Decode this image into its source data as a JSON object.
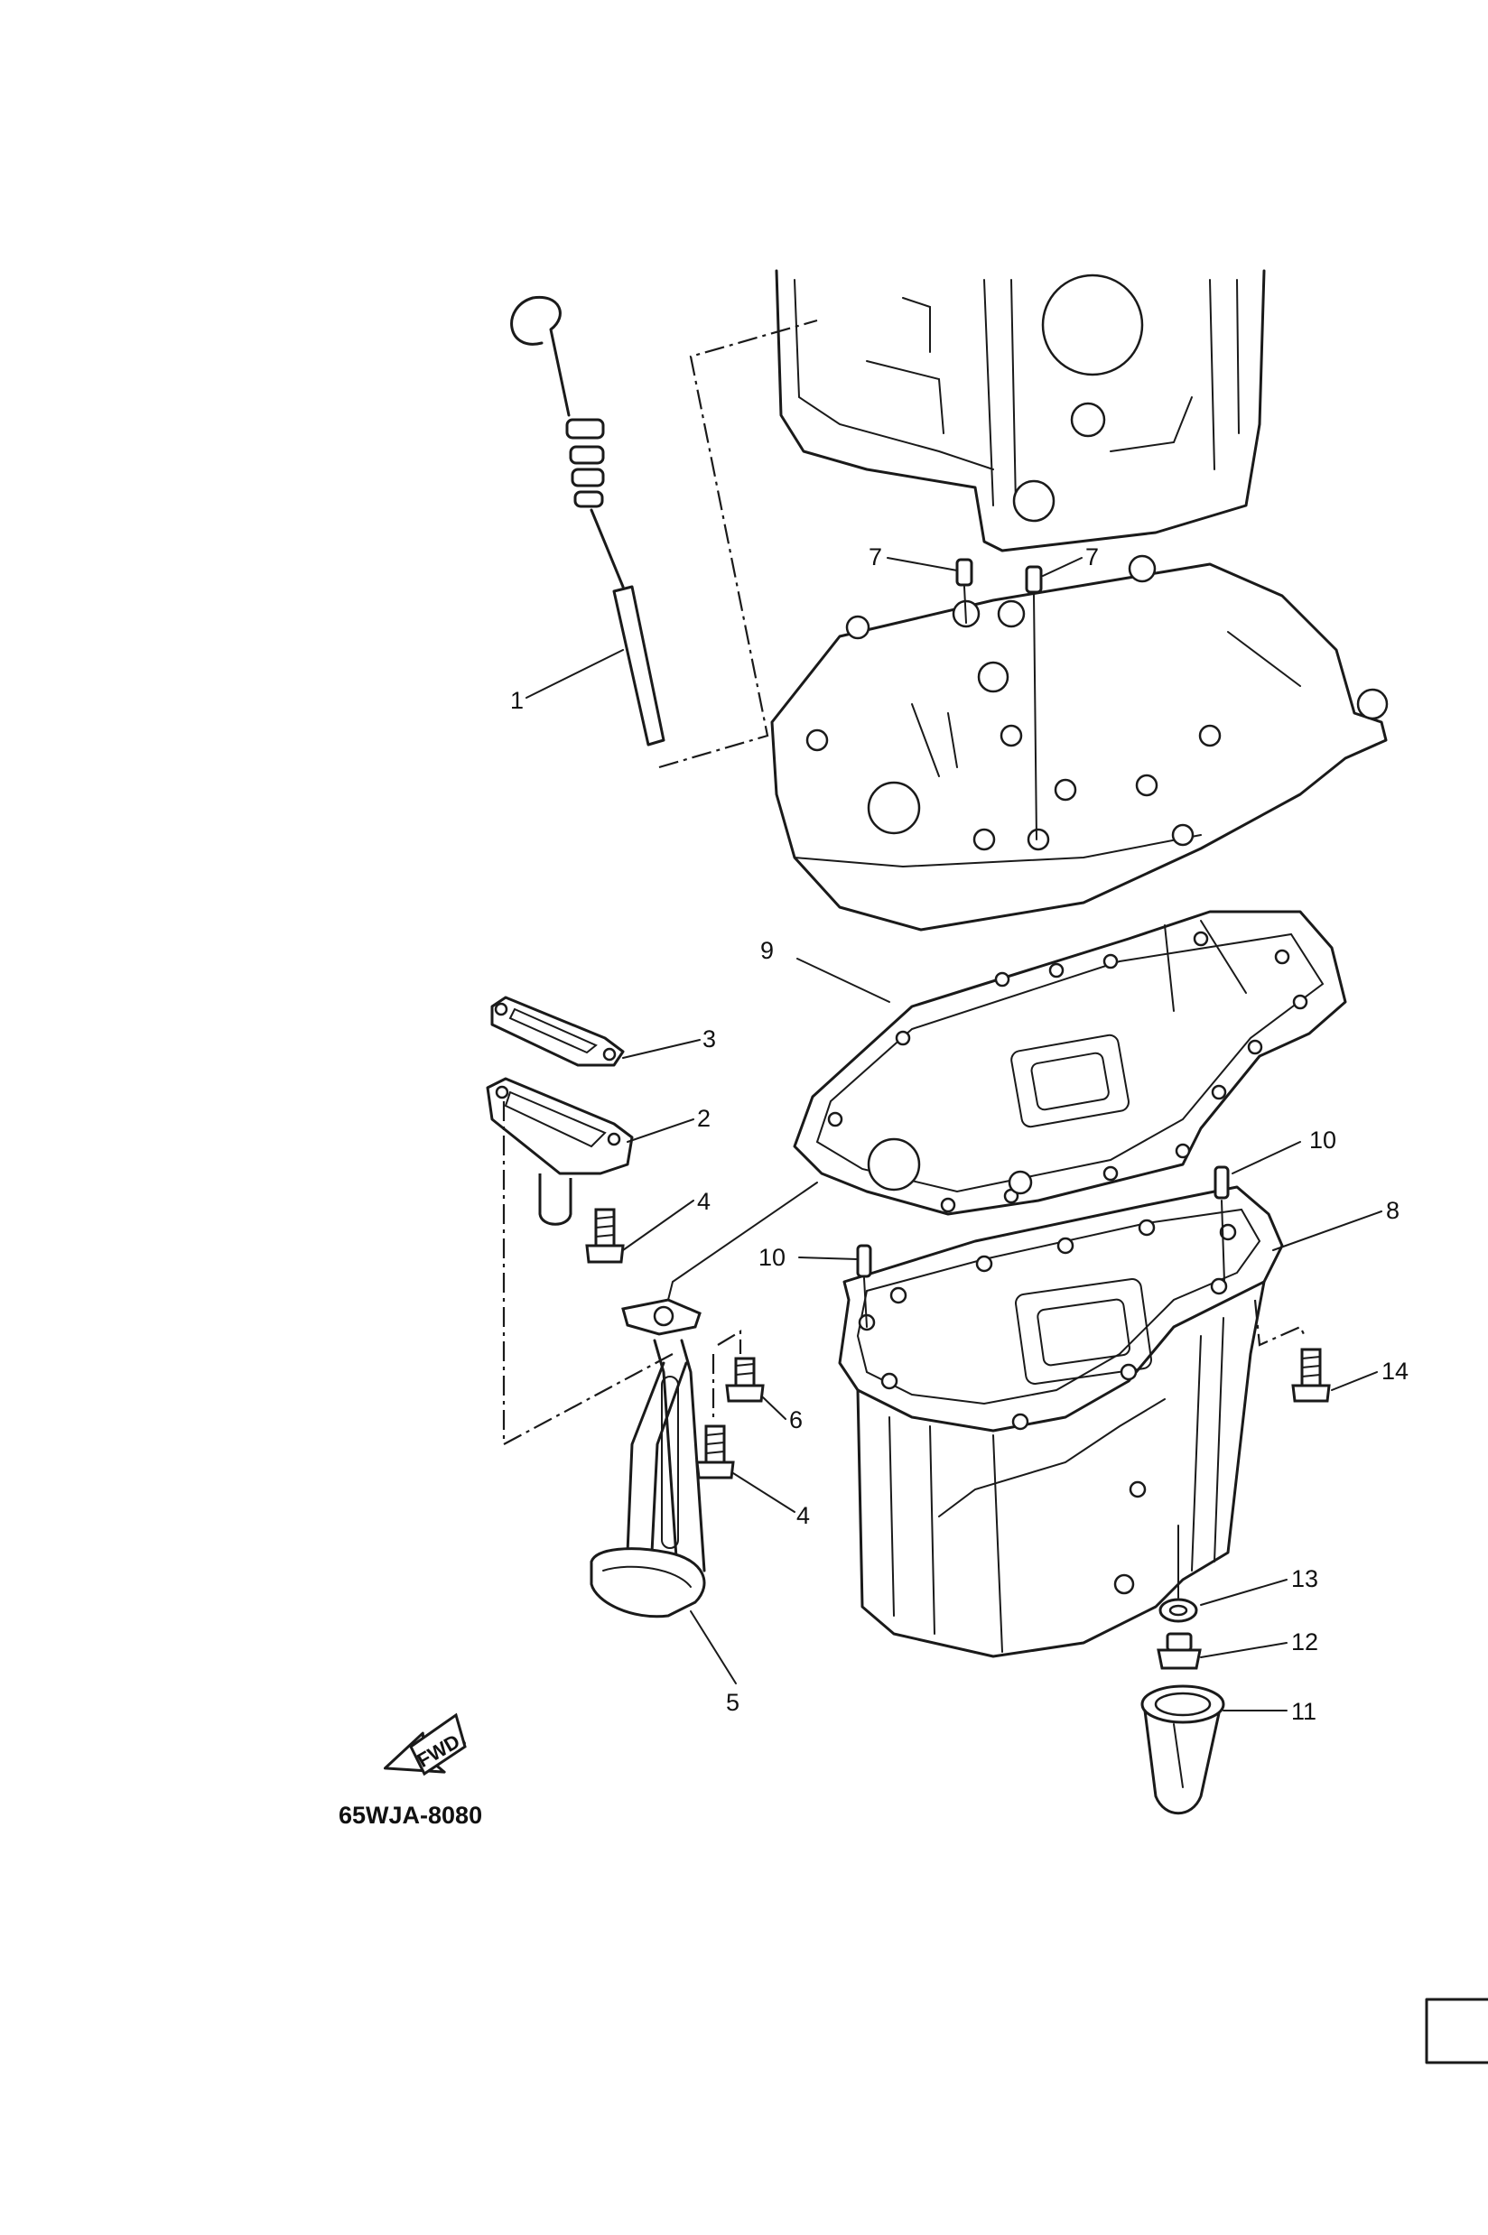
{
  "diagram": {
    "figure_code": "65WJA-8080",
    "direction_label": "FWD",
    "callouts": [
      {
        "id": "c1",
        "label": "1"
      },
      {
        "id": "c2",
        "label": "2"
      },
      {
        "id": "c3",
        "label": "3"
      },
      {
        "id": "c4a",
        "label": "4"
      },
      {
        "id": "c4b",
        "label": "4"
      },
      {
        "id": "c5",
        "label": "5"
      },
      {
        "id": "c6",
        "label": "6"
      },
      {
        "id": "c7a",
        "label": "7"
      },
      {
        "id": "c7b",
        "label": "7"
      },
      {
        "id": "c8",
        "label": "8"
      },
      {
        "id": "c9",
        "label": "9"
      },
      {
        "id": "c10a",
        "label": "10"
      },
      {
        "id": "c10b",
        "label": "10"
      },
      {
        "id": "c11",
        "label": "11"
      },
      {
        "id": "c12",
        "label": "12"
      },
      {
        "id": "c13",
        "label": "13"
      },
      {
        "id": "c14",
        "label": "14"
      }
    ]
  }
}
